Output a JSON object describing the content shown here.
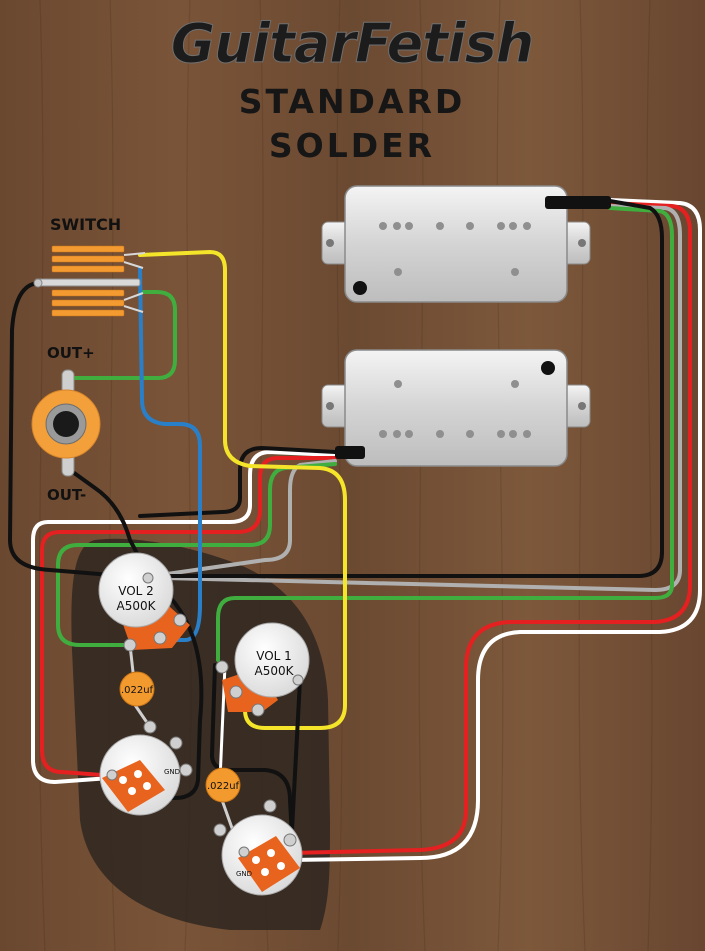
{
  "brand": {
    "logo_text": "GuitarFetish"
  },
  "title": {
    "line1": "STANDARD",
    "line2": "SOLDER"
  },
  "labels": {
    "switch": "SWITCH",
    "out_plus": "OUT+",
    "out_minus": "OUT-",
    "vol2_name": "VOL 2",
    "vol2_value": "A500K",
    "vol1_name": "VOL 1",
    "vol1_value": "A500K",
    "cap1": ".022uf",
    "cap2": ".022uf",
    "gnd1": "GND",
    "gnd2": "GND"
  },
  "colors": {
    "wood": "#6b4a30",
    "title": "#1a1a1a",
    "pot_white": "#f2f2f2",
    "lug_orange": "#e8641e",
    "cap_orange": "#f29a2e",
    "wire_yellow": "#f5e52a",
    "wire_green": "#3fae3f",
    "wire_blue": "#2a7fc9",
    "wire_red": "#e52020",
    "wire_white": "#ffffff",
    "wire_black": "#111111",
    "wire_gray": "#b0b0b0"
  }
}
